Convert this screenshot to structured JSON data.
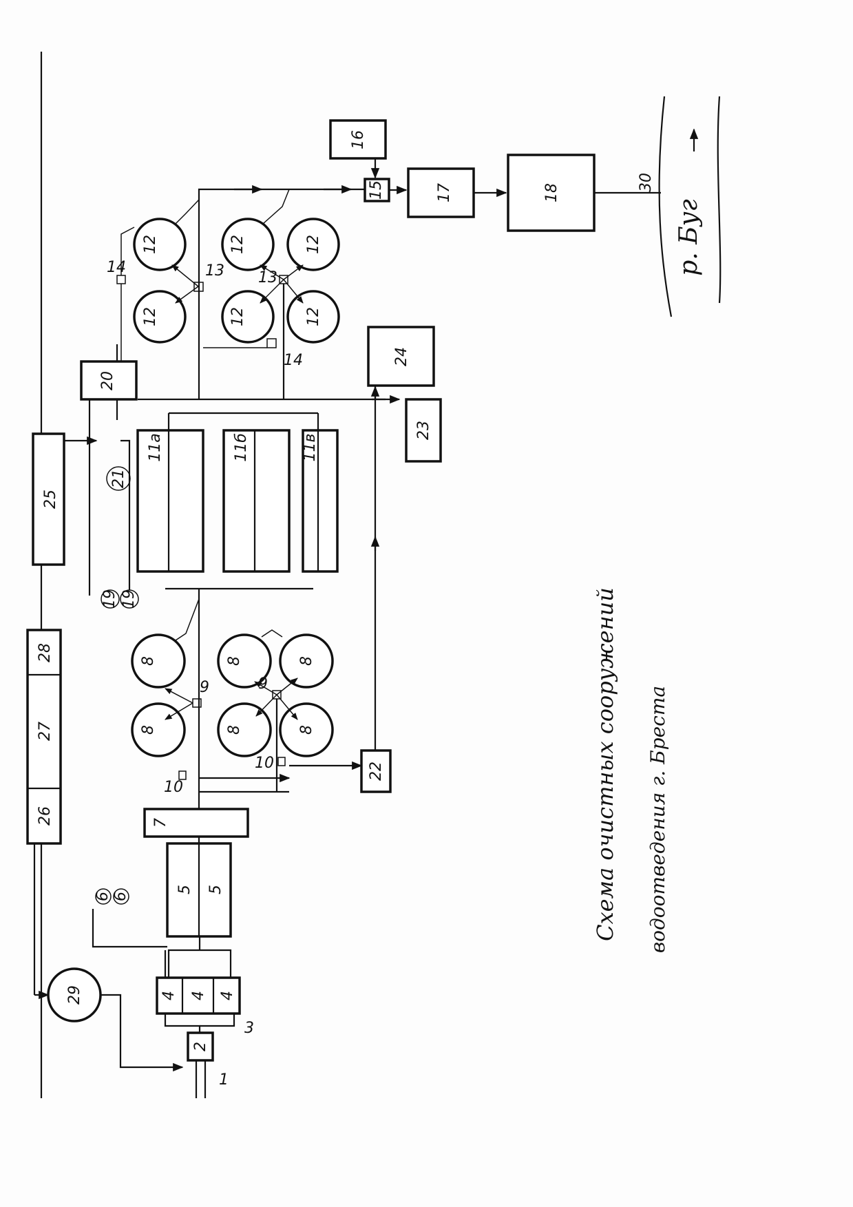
{
  "caption": {
    "line1": "Схема очистных сооружений",
    "line2": "водоотведения г. Бреста"
  },
  "river": {
    "label": "р. Буг"
  },
  "labels": {
    "n1": "1",
    "n2": "2",
    "n3": "3",
    "n4": "4",
    "n5": "5",
    "n6": "6",
    "n7": "7",
    "n8": "8",
    "n9": "9",
    "n10": "10",
    "n11a": "11а",
    "n11b": "11б",
    "n11v": "11в",
    "n12": "12",
    "n13": "13",
    "n14": "14",
    "n15": "15",
    "n16": "16",
    "n17": "17",
    "n18": "18",
    "n19": "19",
    "n20": "20",
    "n21": "21",
    "n22": "22",
    "n23": "23",
    "n24": "24",
    "n25": "25",
    "n26": "26",
    "n27": "27",
    "n28": "28",
    "n29": "29",
    "n30": "30"
  }
}
